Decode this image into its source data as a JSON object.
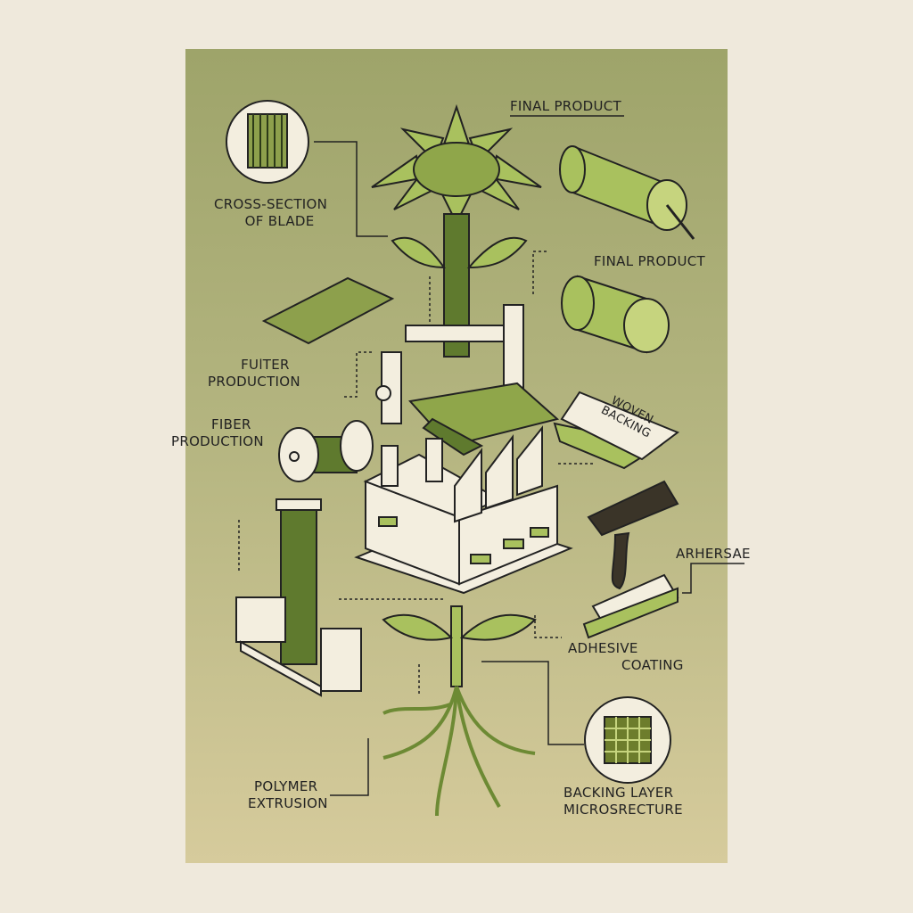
{
  "labels": {
    "final_product_top": "FINAL PRODUCT",
    "cross_section": [
      "CROSS-SECTION",
      "OF BLADE"
    ],
    "final_product_mid": "FINAL PRODUCT",
    "fuiter_production": [
      "FUlTER",
      "PRODUCTION"
    ],
    "fiber_production": [
      "FIBER",
      "PRODUCTION"
    ],
    "woven_backing": [
      "WOVEN",
      "BACKING"
    ],
    "arhersae": "ARHERSAE",
    "adhesive_coating": [
      "ADHESIVE",
      "COATING"
    ],
    "polymer_extrusion": [
      "POLYMER",
      "EXTRUSION"
    ],
    "backing_layer": [
      "BACKING LAYER",
      "MICROSRECTURE"
    ]
  },
  "colors": {
    "background": "#efe9dc",
    "panel_top": "#9ea46a",
    "panel_bottom": "#d6cb9c",
    "leaf_green": "#a9c15e",
    "ink": "#222222",
    "adhesive": "#3a3428"
  }
}
